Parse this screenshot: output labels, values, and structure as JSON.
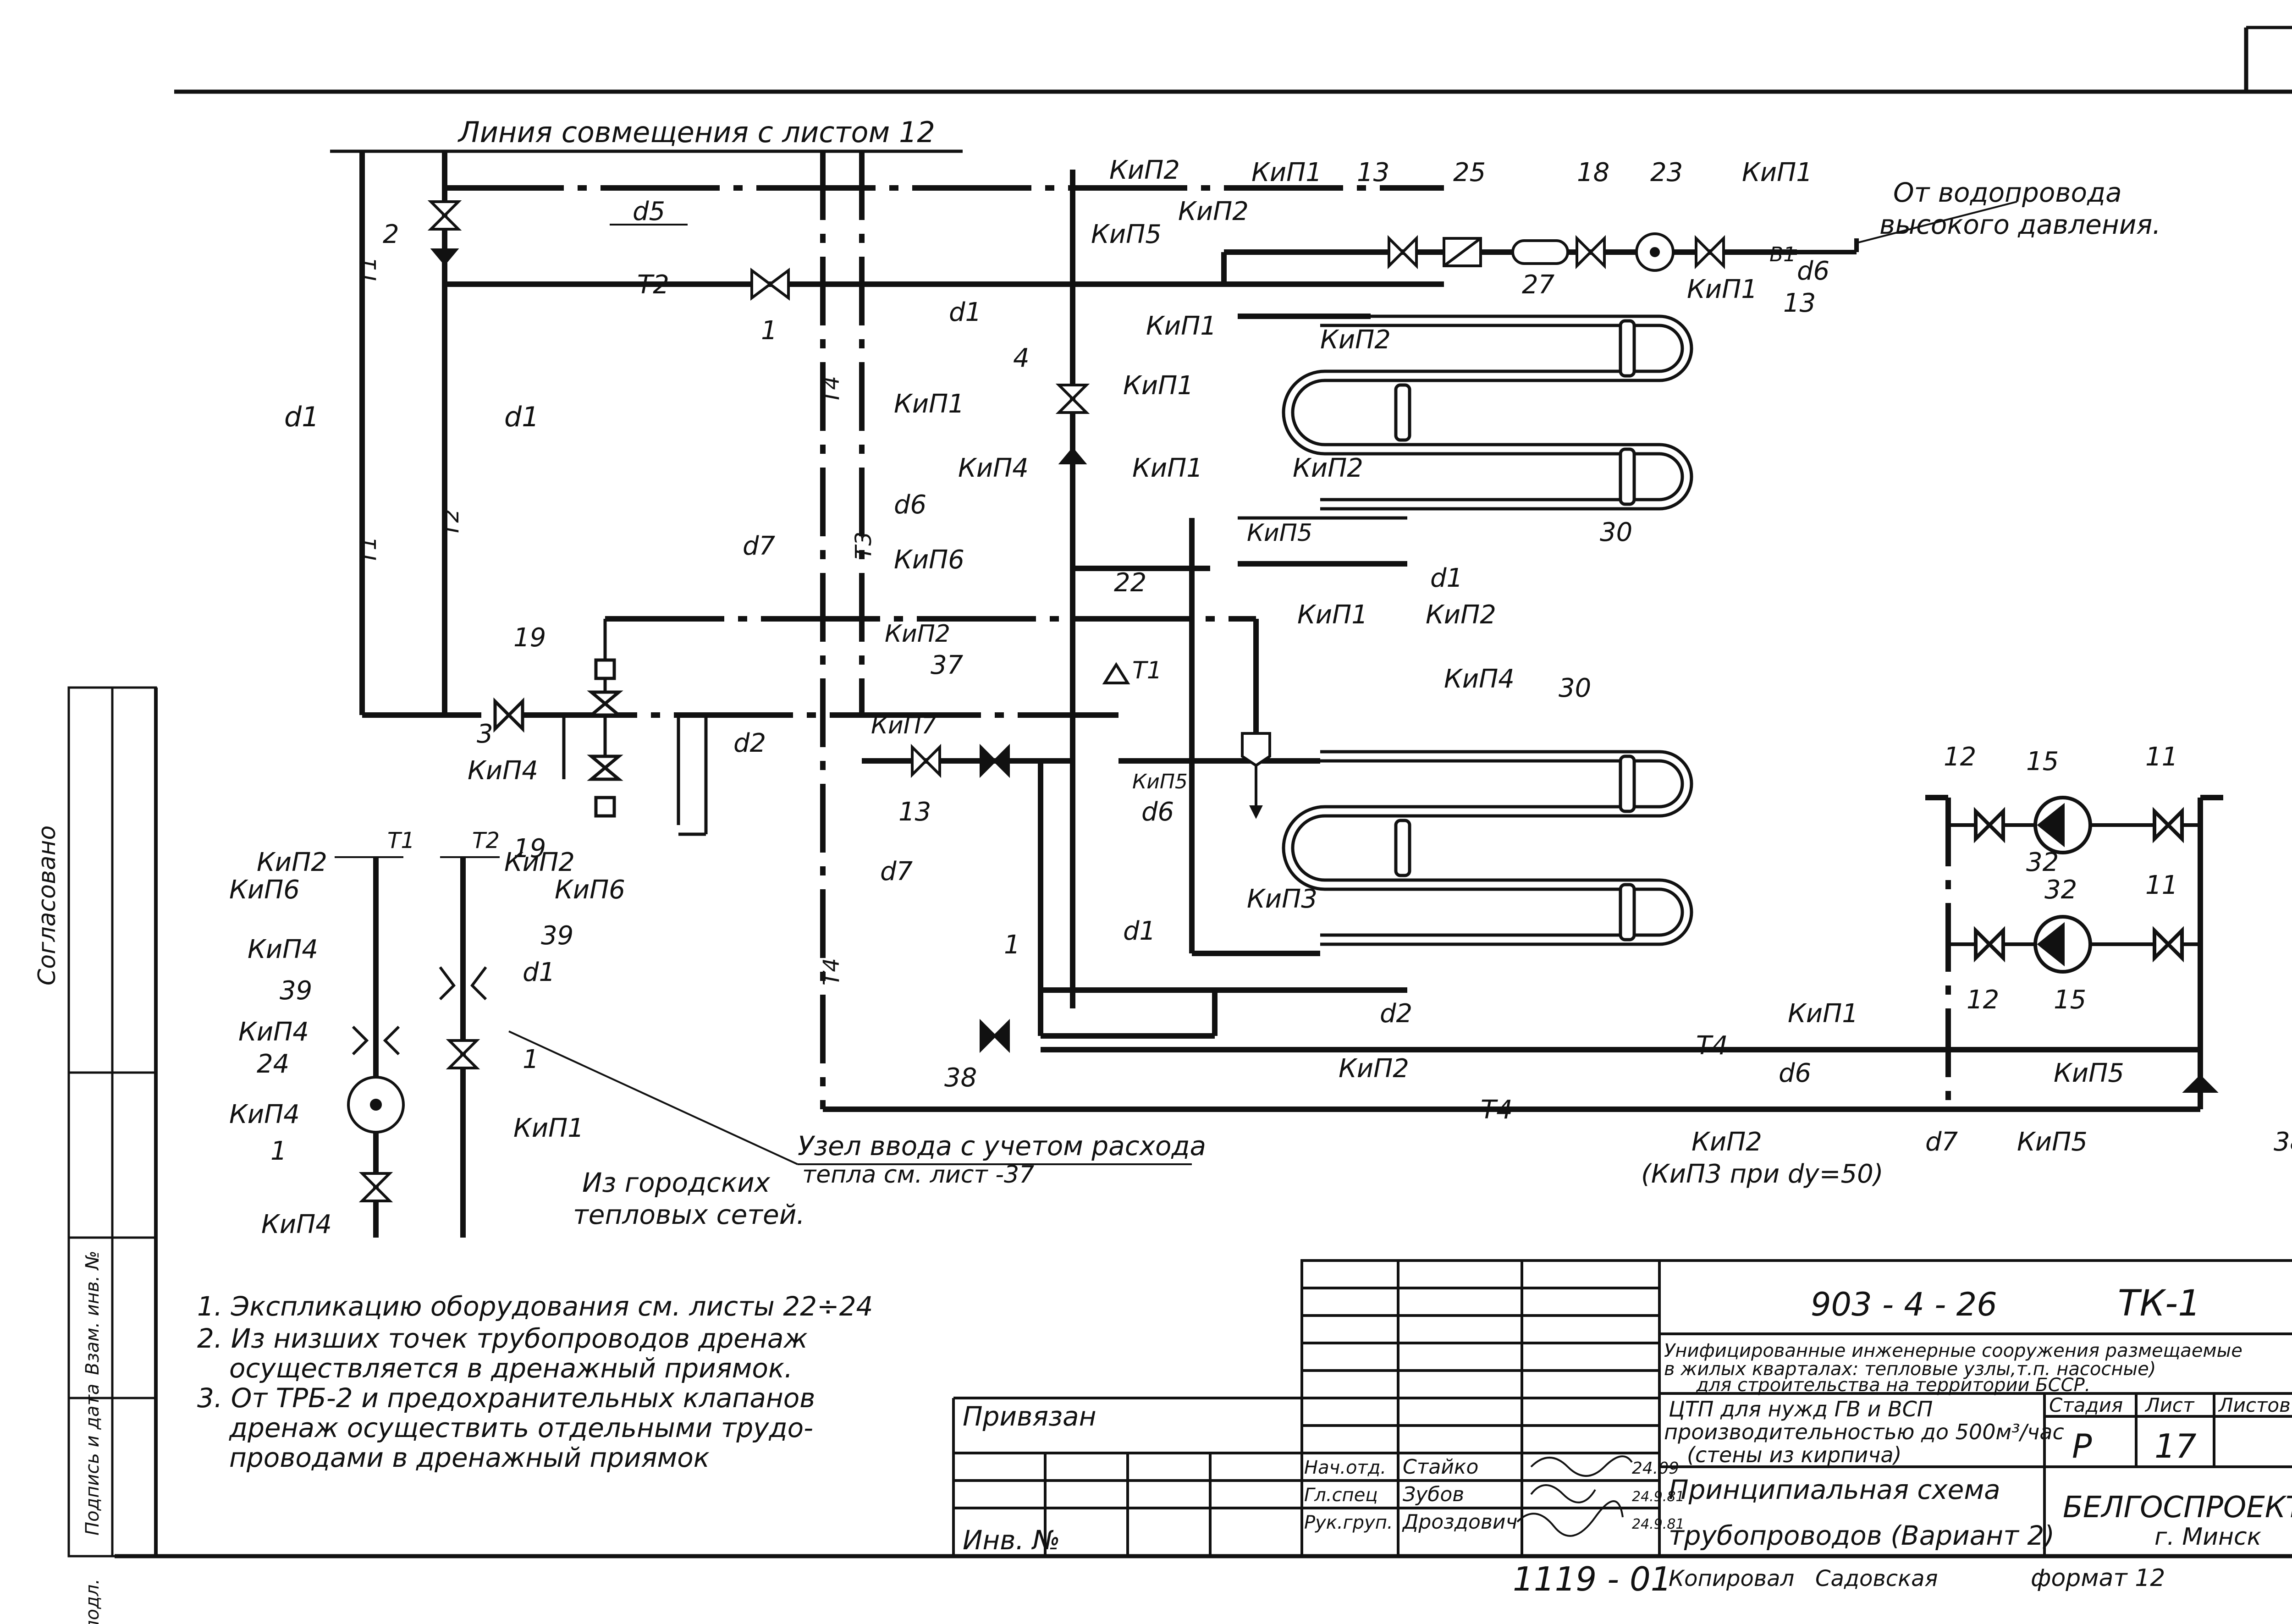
{
  "match_line": "Линия совмещения с листом 12",
  "source": {
    "line1": "От водопровода",
    "line2": "высокого давления."
  },
  "pipes": {
    "t1": "Т1",
    "t2": "Т2",
    "t3": "Т3",
    "t4": "Т4",
    "b1": "В1"
  },
  "diameters": {
    "d1": "d1",
    "d2": "d2",
    "d5": "d5",
    "d6": "d6",
    "d7": "d7"
  },
  "instruments": {
    "kip1": "КиП1",
    "kip2": "КиП2",
    "kip3": "КиП3",
    "kip4": "КиП4",
    "kip5": "КиП5",
    "kip6": "КиП6",
    "kip7": "КиП7",
    "kip2_note": "(КиП3 при dy=50)"
  },
  "items": {
    "i1": "1",
    "i2": "2",
    "i3": "3",
    "i4": "4",
    "i11": "11",
    "i12": "12",
    "i13": "13",
    "i15": "15",
    "i18": "18",
    "i19": "19",
    "i22": "22",
    "i23": "23",
    "i24": "24",
    "i25": "25",
    "i27": "27",
    "i30": "30",
    "i32": "32",
    "i37": "37",
    "i38": "38",
    "i39": "39"
  },
  "inlet_node": {
    "line1": "Узел ввода с учетом расхода",
    "line2": "тепла см. лист -37"
  },
  "city_nets": {
    "line1": "Из городских",
    "line2": "тепловых сетей."
  },
  "notes": [
    "1. Экспликацию оборудования см. листы 22÷24",
    "2. Из низших точек трубопроводов дренаж",
    "осуществляется в дренажный приямок.",
    "3. От ТРБ-2 и предохранительных клапанов",
    "дренаж осуществить отдельными трудо-",
    "проводами в дренажный приямок"
  ],
  "side_stamps": {
    "agreed": "Согласовано",
    "replaced": "Взам. инв. №",
    "signed": "Подпись и дата",
    "inv_orig": "Инв. № подл."
  },
  "title_block": {
    "code": "903 - 4 - 26",
    "sheet_code": "ТК-1",
    "project_lines": [
      "Унифицированные инженерные сооружения размещаемые",
      "в жилых кварталах: тепловые узлы,т.п. насосные)",
      "для строительства на территории БССР."
    ],
    "object_lines": [
      "ЦТП для нужд ГВ и ВСП",
      "производительностью до 500м³/час",
      "(стены из кирпича)"
    ],
    "stage_label": "Стадия",
    "sheet_label": "Лист",
    "sheets_label": "Листов",
    "stage": "Р",
    "sheet": "17",
    "drawing_title_1": "Принципиальная схема",
    "drawing_title_2": "трубопроводов (Вариант 2)",
    "org": "БЕЛГОСПРОЕКТ",
    "city": "г. Минск",
    "bound": "Привязан",
    "inv": "Инв. №",
    "signatures": [
      {
        "role": "Нач.отд.",
        "name": "Стайко",
        "date": "24.09"
      },
      {
        "role": "Гл.спец",
        "name": "Зубов",
        "date": "24.9.81"
      },
      {
        "role": "Рук.груп.",
        "name": "Дроздович",
        "date": "24.9.81"
      }
    ],
    "copy_number": "1119 - 01",
    "copied": "Копировал",
    "copier": "Садовская",
    "format": "формат 12"
  }
}
